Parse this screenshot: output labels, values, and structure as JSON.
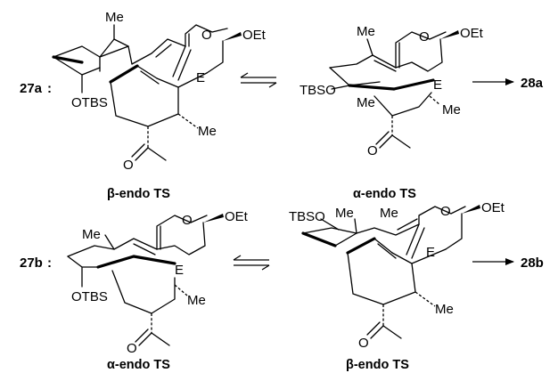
{
  "compounds": {
    "a": "27a",
    "b": "27b",
    "product_a": "28a",
    "product_b": "28b",
    "colon": ":"
  },
  "ts_labels": {
    "top_left": "β-endo TS",
    "top_right": "α-endo TS",
    "bottom_left": "α-endo TS",
    "bottom_right": "β-endo TS"
  },
  "atoms": {
    "me": "Me",
    "o": "O",
    "oet": "OEt",
    "e": "E",
    "otbs": "OTBS",
    "tbso": "TBSO"
  }
}
